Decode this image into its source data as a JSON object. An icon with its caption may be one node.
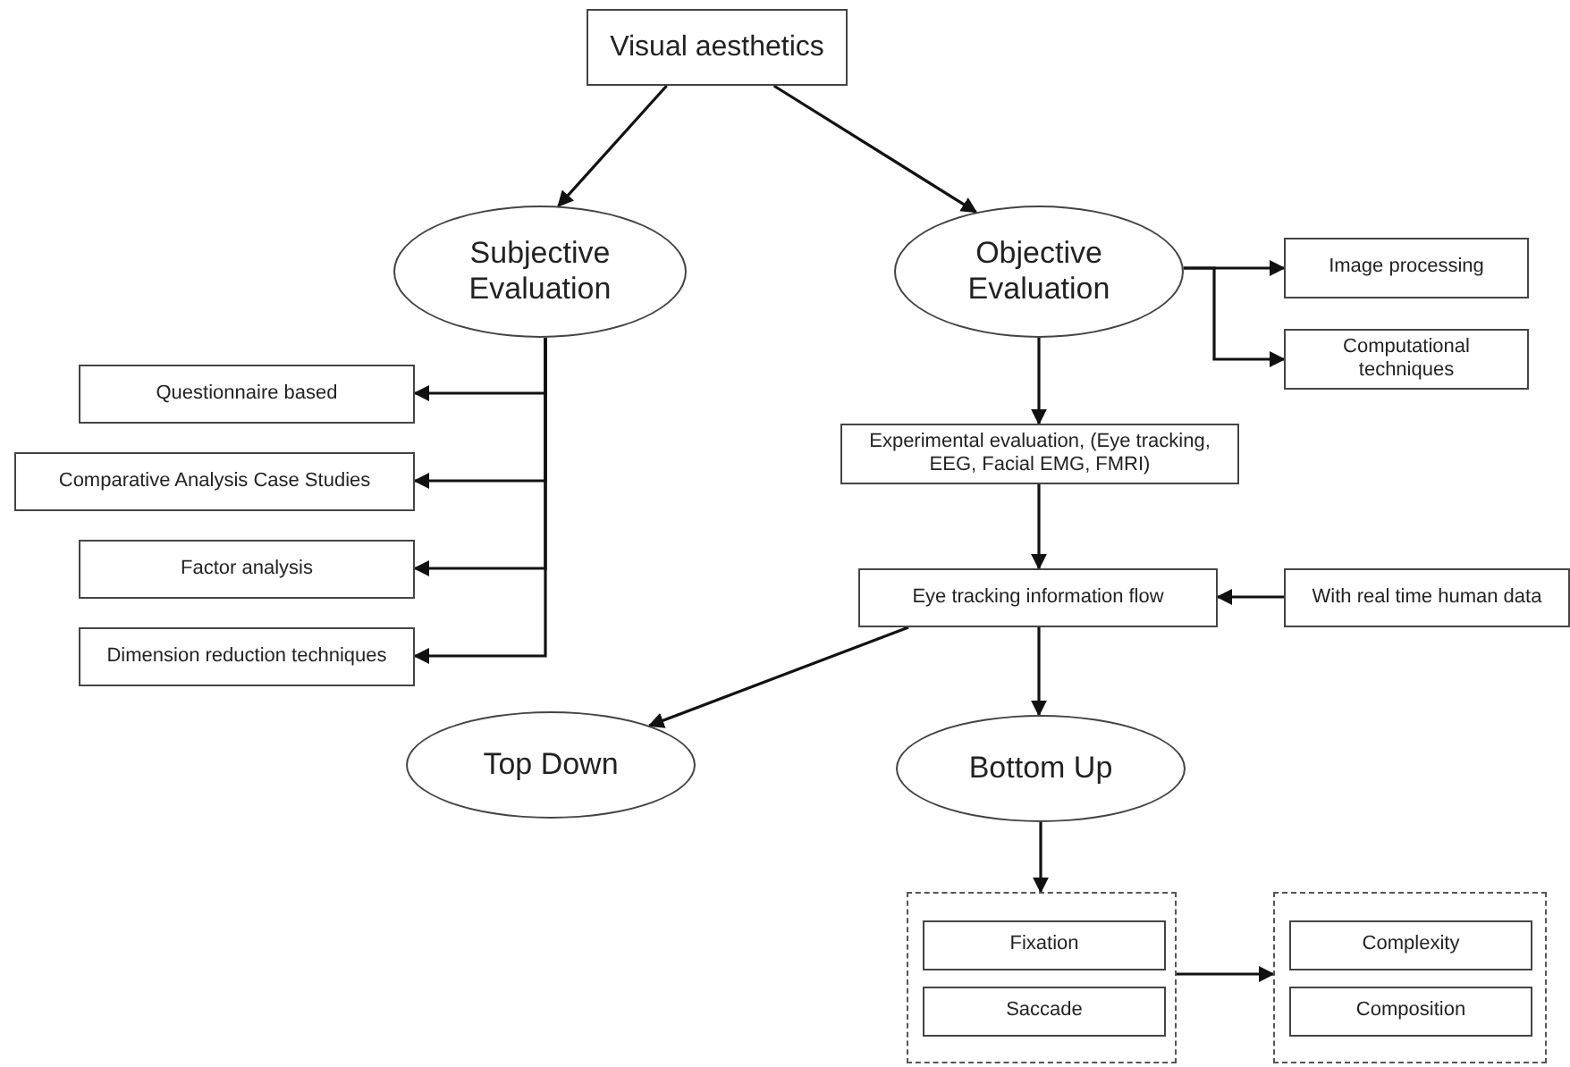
{
  "diagram": {
    "nodes": [
      {
        "text": [
          "Visual aesthetics"
        ]
      },
      {
        "text": [
          "Subjective Evaluation"
        ]
      },
      {
        "text": [
          "Objective Evaluation"
        ]
      },
      {
        "text": [
          "Image processing"
        ]
      },
      {
        "text": [
          "Computational techniques"
        ]
      },
      {
        "text": [
          "Questionnaire based"
        ]
      },
      {
        "text": [
          "Comparative Analysis Case Studies"
        ]
      },
      {
        "text": [
          "Factor analysis"
        ]
      },
      {
        "text": [
          "Dimension reduction techniques"
        ]
      },
      {
        "text": [
          "Experimental evaluation, (Eye tracking, EEG, Facial EMG, FMRI)"
        ]
      },
      {
        "text": [
          "Eye tracking information flow"
        ]
      },
      {
        "text": [
          "With real time human data"
        ]
      },
      {
        "text": [
          "Top Down"
        ]
      },
      {
        "text": [
          "Bottom Up"
        ]
      },
      {
        "text": [],
        "shape": "box"
      },
      {
        "text": [
          "Fixation"
        ],
        "in": 14
      },
      {
        "text": [
          "Saccade"
        ],
        "in": 14
      },
      {
        "text": [],
        "shape": "box"
      },
      {
        "text": [
          "Complexity"
        ],
        "in": 17
      },
      {
        "text": [
          "Composition"
        ],
        "in": 17
      }
    ],
    "edges": [
      {
        "from": 0,
        "to": 1,
        "arrow": "to"
      },
      {
        "from": 0,
        "to": 2,
        "arrow": "to"
      },
      {
        "from": 2,
        "to": 3,
        "arrow": "to"
      },
      {
        "from": 2,
        "to": 4,
        "arrow": "to"
      },
      {
        "from": 1,
        "to": 5,
        "arrow": "to"
      },
      {
        "from": 1,
        "to": 6,
        "arrow": "to"
      },
      {
        "from": 1,
        "to": 7,
        "arrow": "to"
      },
      {
        "from": 1,
        "to": 8,
        "arrow": "to"
      },
      {
        "from": 2,
        "to": 9,
        "arrow": "to"
      },
      {
        "from": 9,
        "to": 10,
        "arrow": "to"
      },
      {
        "from": 11,
        "to": 10,
        "arrow": "to"
      },
      {
        "from": 10,
        "to": 12,
        "arrow": "to"
      },
      {
        "from": 10,
        "to": 13,
        "arrow": "to"
      },
      {
        "from": 13,
        "to": 14,
        "arrow": "to"
      },
      {
        "from": 14,
        "to": 17,
        "arrow": "to"
      }
    ]
  }
}
